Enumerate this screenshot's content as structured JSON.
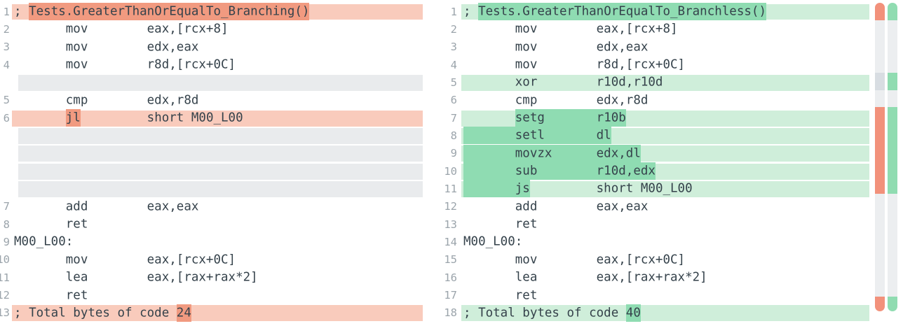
{
  "colors": {
    "removed_line_bg": "#f9cbbc",
    "removed_token_bg": "#f19a80",
    "added_line_bg": "#cfeeda",
    "added_token_bg": "#8fdcb2",
    "gap_line_bg": "#e9ebed",
    "code_text": "#35424b",
    "line_number": "#9ba4ab",
    "ruler": {
      "same": "#eceef0",
      "gap": "#d8dde2",
      "removed": "#f2917b",
      "added": "#90dcb1"
    }
  },
  "panes": {
    "left": {
      "rows": [
        {
          "n": "1",
          "kind": "del",
          "segs": [
            [
              "; ",
              "lt"
            ],
            [
              "Tests.GreaterThanOrEqualTo_Branching()",
              "dk"
            ]
          ]
        },
        {
          "n": "2",
          "kind": "ctx",
          "segs": [
            [
              "       mov        eax,[rcx+8]",
              ""
            ]
          ]
        },
        {
          "n": "3",
          "kind": "ctx",
          "segs": [
            [
              "       mov        edx,eax",
              ""
            ]
          ]
        },
        {
          "n": "4",
          "kind": "ctx",
          "segs": [
            [
              "       mov        r8d,[rcx+0C]",
              ""
            ]
          ]
        },
        {
          "kind": "gap"
        },
        {
          "n": "5",
          "kind": "ctx",
          "segs": [
            [
              "       cmp        edx,r8d",
              ""
            ]
          ]
        },
        {
          "n": "6",
          "kind": "del",
          "segs": [
            [
              "       ",
              "lt"
            ],
            [
              "jl",
              "dk"
            ],
            [
              "         short M00_L00",
              "lt"
            ]
          ]
        },
        {
          "kind": "gap"
        },
        {
          "kind": "gap"
        },
        {
          "kind": "gap"
        },
        {
          "kind": "gap"
        },
        {
          "n": "7",
          "kind": "ctx",
          "segs": [
            [
              "       add        eax,eax",
              ""
            ]
          ]
        },
        {
          "n": "8",
          "kind": "ctx",
          "segs": [
            [
              "       ret",
              ""
            ]
          ]
        },
        {
          "n": "9",
          "kind": "ctx",
          "segs": [
            [
              "M00_L00:",
              ""
            ]
          ]
        },
        {
          "n": "10",
          "kind": "ctx",
          "segs": [
            [
              "       mov        eax,[rcx+0C]",
              ""
            ]
          ]
        },
        {
          "n": "11",
          "kind": "ctx",
          "segs": [
            [
              "       lea        eax,[rax+rax*2]",
              ""
            ]
          ]
        },
        {
          "n": "12",
          "kind": "ctx",
          "segs": [
            [
              "       ret",
              ""
            ]
          ]
        },
        {
          "n": "13",
          "kind": "del",
          "segs": [
            [
              "; Total bytes of code ",
              "lt"
            ],
            [
              "24",
              "dk"
            ]
          ]
        }
      ]
    },
    "right": {
      "rows": [
        {
          "n": "1",
          "kind": "add",
          "segs": [
            [
              "; ",
              "lt"
            ],
            [
              "Tests.GreaterThanOrEqualTo_Branchless()",
              "dk"
            ]
          ]
        },
        {
          "n": "2",
          "kind": "ctx",
          "segs": [
            [
              "       mov        eax,[rcx+8]",
              ""
            ]
          ]
        },
        {
          "n": "3",
          "kind": "ctx",
          "segs": [
            [
              "       mov        edx,eax",
              ""
            ]
          ]
        },
        {
          "n": "4",
          "kind": "ctx",
          "segs": [
            [
              "       mov        r8d,[rcx+0C]",
              ""
            ]
          ]
        },
        {
          "n": "5",
          "kind": "add",
          "segs": [
            [
              "       xor        r10d,r10d",
              "lt"
            ]
          ]
        },
        {
          "n": "6",
          "kind": "ctx",
          "segs": [
            [
              "       cmp        edx,r8d",
              ""
            ]
          ]
        },
        {
          "n": "7",
          "kind": "add",
          "segs": [
            [
              "       ",
              "lt"
            ],
            [
              "setg       r10b",
              "dk"
            ]
          ]
        },
        {
          "n": "8",
          "kind": "add",
          "segs": [
            [
              "       setl       dl",
              "dk"
            ]
          ]
        },
        {
          "n": "9",
          "kind": "add",
          "segs": [
            [
              "       movzx      edx,dl",
              "dk"
            ]
          ]
        },
        {
          "n": "10",
          "kind": "add",
          "segs": [
            [
              "       sub        r10d,edx",
              "dk"
            ]
          ]
        },
        {
          "n": "11",
          "kind": "add",
          "segs": [
            [
              "       js",
              "dk"
            ],
            [
              "         short M00_L00",
              "lt"
            ]
          ]
        },
        {
          "n": "12",
          "kind": "ctx",
          "segs": [
            [
              "       add        eax,eax",
              ""
            ]
          ]
        },
        {
          "n": "13",
          "kind": "ctx",
          "segs": [
            [
              "       ret",
              ""
            ]
          ]
        },
        {
          "n": "14",
          "kind": "ctx",
          "segs": [
            [
              "M00_L00:",
              ""
            ]
          ]
        },
        {
          "n": "15",
          "kind": "ctx",
          "segs": [
            [
              "       mov        eax,[rcx+0C]",
              ""
            ]
          ]
        },
        {
          "n": "16",
          "kind": "ctx",
          "segs": [
            [
              "       lea        eax,[rax+rax*2]",
              ""
            ]
          ]
        },
        {
          "n": "17",
          "kind": "ctx",
          "segs": [
            [
              "       ret",
              ""
            ]
          ]
        },
        {
          "n": "18",
          "kind": "add",
          "segs": [
            [
              "; Total bytes of code ",
              "lt"
            ],
            [
              "40",
              "dk"
            ]
          ]
        }
      ]
    }
  },
  "ruler": {
    "left": [
      {
        "h": 25,
        "c": "removed"
      },
      {
        "h": 75,
        "c": "same"
      },
      {
        "h": 25,
        "c": "gap"
      },
      {
        "h": 24,
        "c": "same"
      },
      {
        "h": 124,
        "c": "removed"
      },
      {
        "h": 147,
        "c": "same"
      },
      {
        "h": 21,
        "c": "removed"
      }
    ],
    "right": [
      {
        "h": 25,
        "c": "added"
      },
      {
        "h": 75,
        "c": "same"
      },
      {
        "h": 25,
        "c": "added"
      },
      {
        "h": 24,
        "c": "same"
      },
      {
        "h": 124,
        "c": "added"
      },
      {
        "h": 147,
        "c": "same"
      },
      {
        "h": 21,
        "c": "added"
      }
    ]
  }
}
